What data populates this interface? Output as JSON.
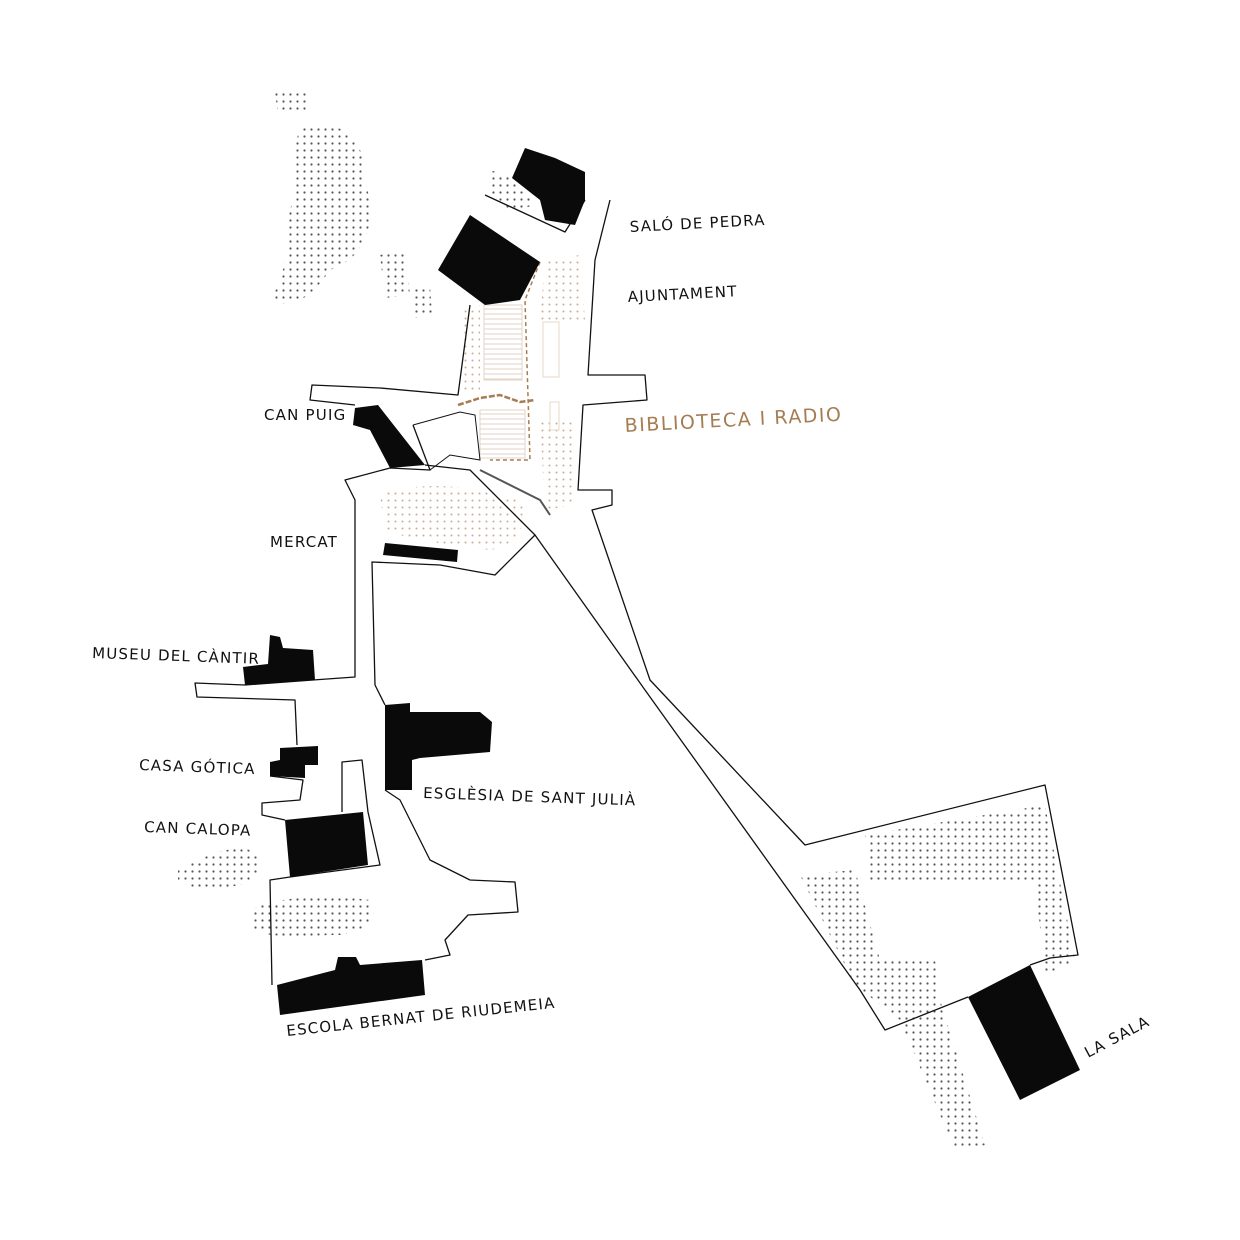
{
  "title": "Site plan",
  "colors": {
    "accent": "#a67c52",
    "building": "#0a0a0a",
    "street_line": "#111111",
    "dots": "#555555",
    "dots_accent": "#c9ad90"
  },
  "labels": {
    "salo_de_pedra": "SALÓ DE PEDRA",
    "ajuntament": "AJUNTAMENT",
    "biblioteca": "BIBLIOTECA I RADIO",
    "can_puig": "CAN PUIG",
    "mercat": "MERCAT",
    "museu": "MUSEU DEL CÀNTIR",
    "casa_gotica": "CASA GÓTICA",
    "can_calopa": "CAN CALOPA",
    "esglesia": "ESGLÈSIA DE SANT JULIÀ",
    "escola": "ESCOLA BERNAT DE RIUDEMEIA",
    "la_sala": "LA SALA"
  }
}
